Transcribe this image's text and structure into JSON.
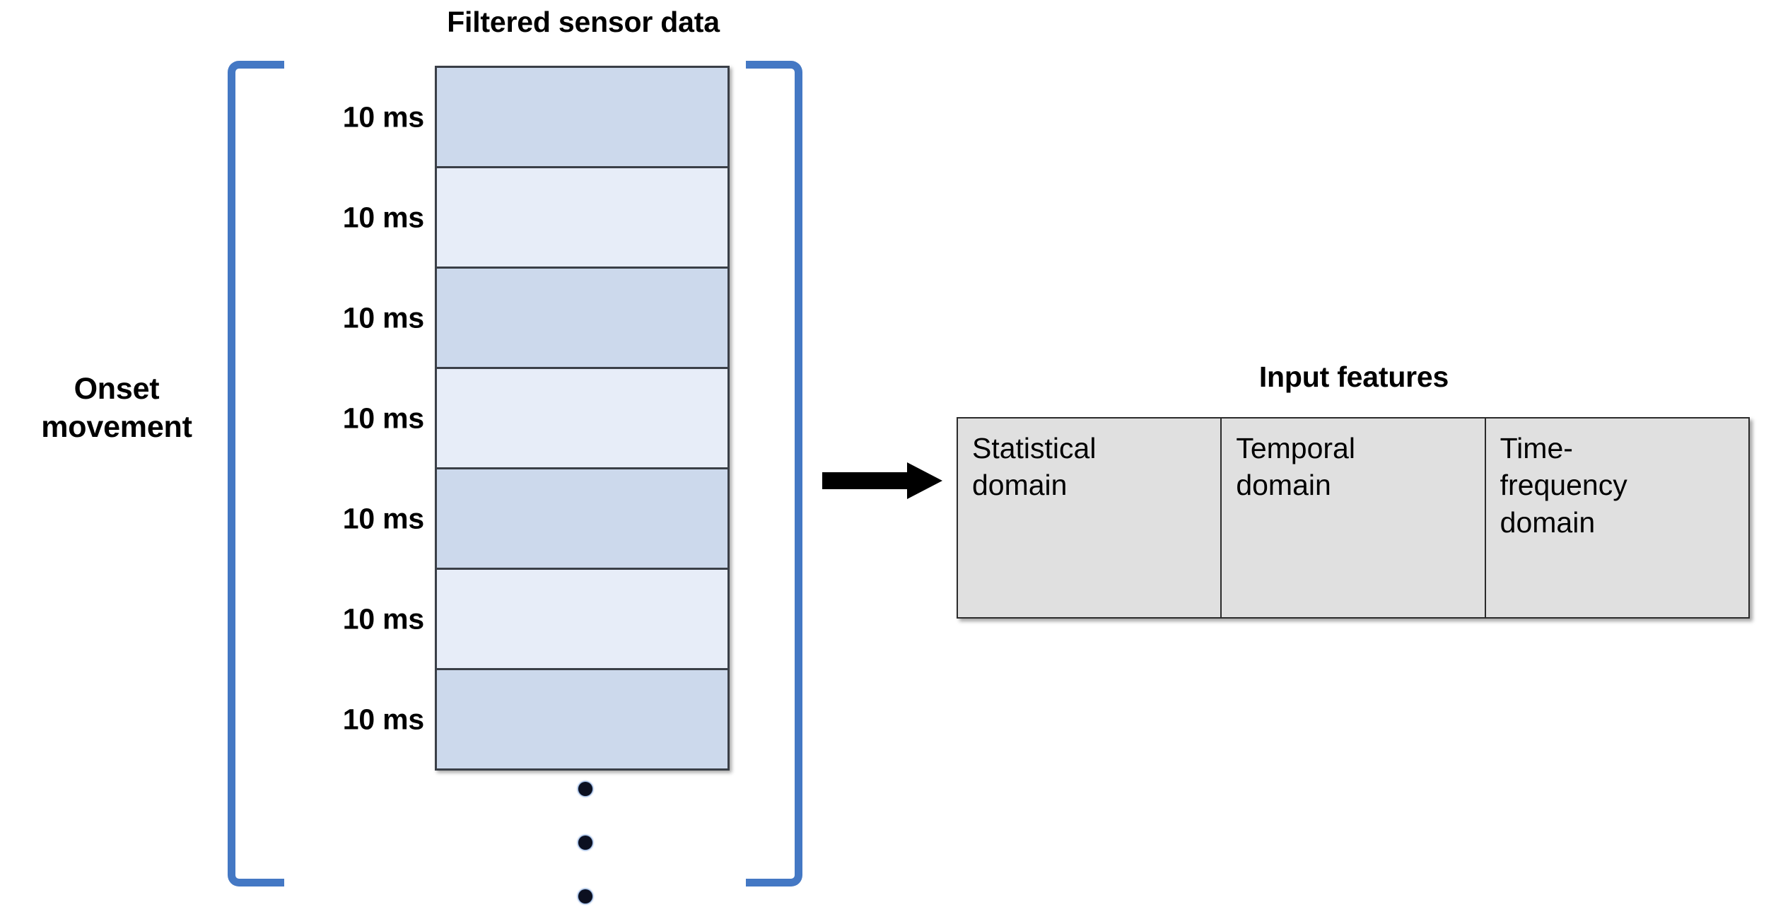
{
  "diagram": {
    "left_group": {
      "label_lines": [
        "Onset",
        "movement"
      ],
      "bracket_color": "#4478c4",
      "bracket_name": "onset-movement-bracket"
    },
    "stack": {
      "title": "Filtered sensor data",
      "window_count": 7,
      "windows": [
        {
          "label": "10 ms",
          "shade": "dark"
        },
        {
          "label": "10 ms",
          "shade": "light"
        },
        {
          "label": "10 ms",
          "shade": "dark"
        },
        {
          "label": "10 ms",
          "shade": "light"
        },
        {
          "label": "10 ms",
          "shade": "dark"
        },
        {
          "label": "10 ms",
          "shade": "light"
        },
        {
          "label": "10 ms",
          "shade": "dark"
        }
      ],
      "colors": {
        "dark_fill": "#ccd9ec",
        "light_fill": "#e7edf8",
        "border": "#3a3f47"
      },
      "continuation": "vertical-ellipsis"
    },
    "arrow": {
      "name": "flow-arrow-right",
      "color": "#000000"
    },
    "features": {
      "title": "Input features",
      "columns": [
        {
          "lines": [
            "Statistical",
            "domain"
          ],
          "text": "Statistical domain"
        },
        {
          "lines": [
            "Temporal",
            "domain"
          ],
          "text": "Temporal domain"
        },
        {
          "lines": [
            "Time-",
            "frequency",
            "domain"
          ],
          "text": "Time-frequency domain"
        }
      ],
      "colors": {
        "cell_fill": "#e0e0e0",
        "border": "#2b2b2b"
      }
    }
  }
}
